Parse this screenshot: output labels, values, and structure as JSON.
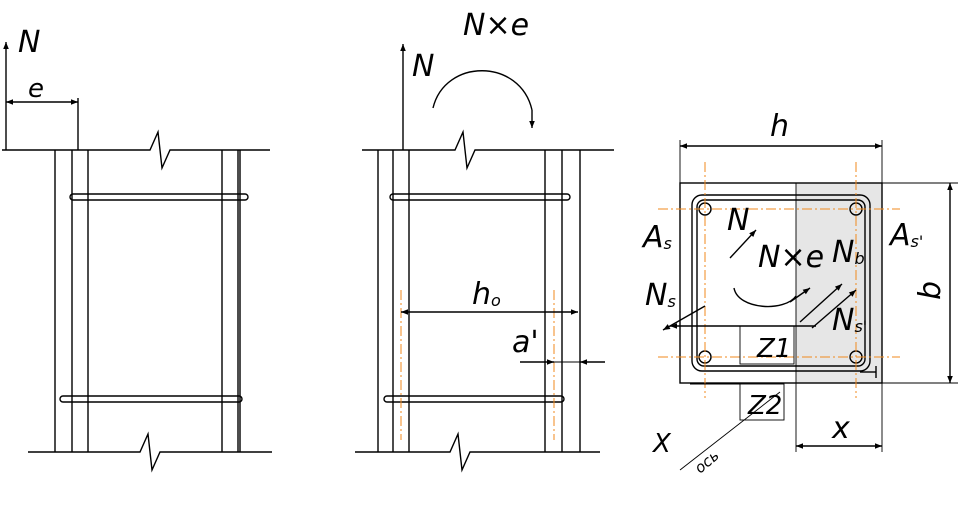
{
  "diagram": {
    "left_view": {
      "force_label": "N",
      "eccentricity_label": "e"
    },
    "middle_view": {
      "force_label": "N",
      "moment_label": "N×e",
      "effective_depth_label": "h",
      "effective_depth_sub": "o",
      "cover_label": "a'"
    },
    "section": {
      "height_label": "h",
      "width_label": "b",
      "compression_zone_label": "x",
      "axis_label": "X",
      "axis_note": "ось",
      "tension_steel_label": "A",
      "tension_steel_sub": "s",
      "compression_steel_label": "A",
      "compression_steel_sub": "s'",
      "force_label": "N",
      "moment_label": "N×e",
      "concrete_force_label": "N",
      "concrete_force_sub": "b",
      "tension_force_label": "N",
      "tension_force_sub": "s",
      "compression_force_label": "N",
      "compression_force_sub": "s'",
      "arm1_label": "Z1",
      "arm2_label": "Z2"
    },
    "colors": {
      "line": "#000000",
      "axis": "#f08a1e",
      "compressed_zone": "#e6e6e6"
    }
  }
}
